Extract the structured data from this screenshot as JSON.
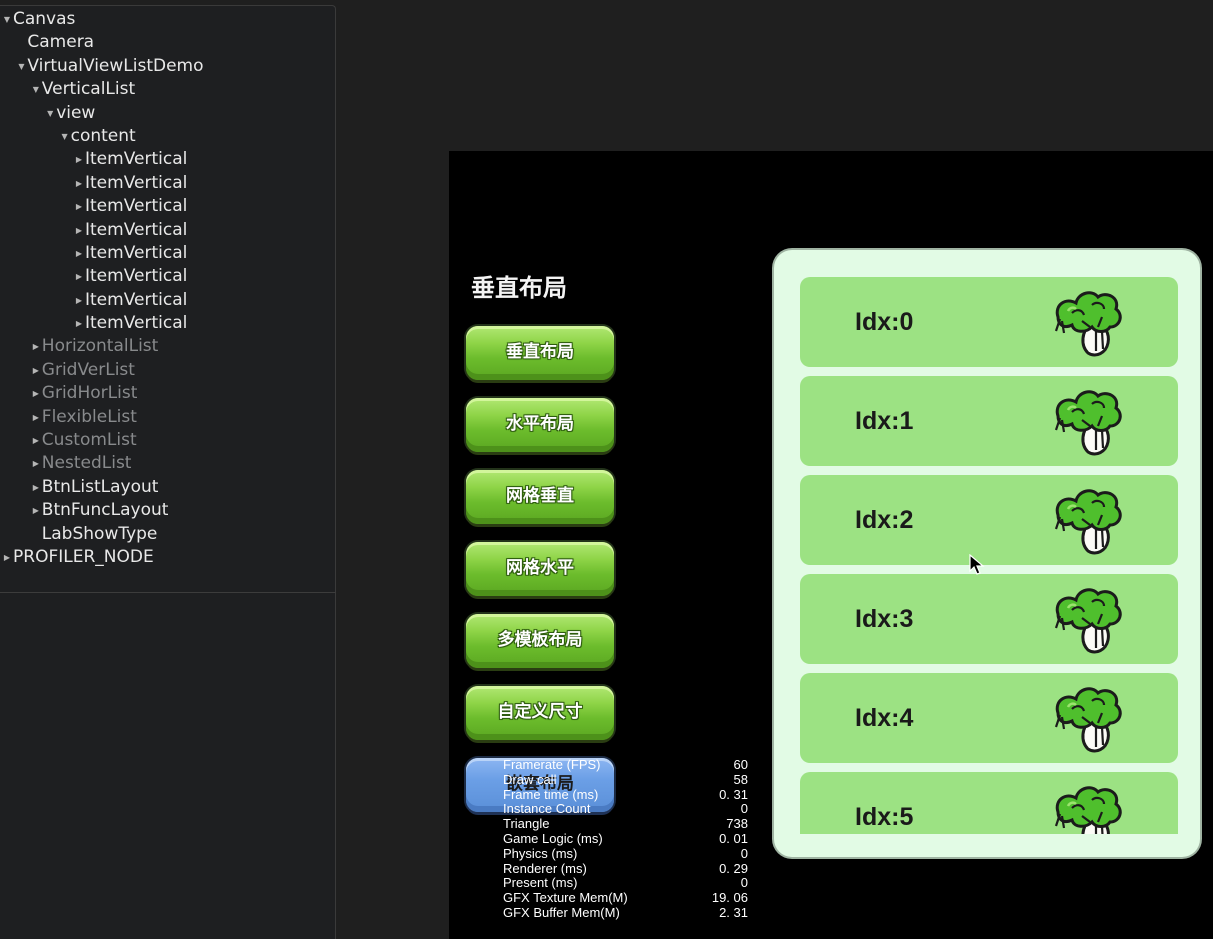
{
  "hierarchy": {
    "nodes": [
      {
        "label": "Canvas",
        "depth": 0,
        "arrow": "expanded",
        "dim": false
      },
      {
        "label": "Camera",
        "depth": 1,
        "arrow": "none",
        "dim": false
      },
      {
        "label": "VirtualViewListDemo",
        "depth": 1,
        "arrow": "expanded",
        "dim": false
      },
      {
        "label": "VerticalList",
        "depth": 2,
        "arrow": "expanded",
        "dim": false
      },
      {
        "label": "view",
        "depth": 3,
        "arrow": "expanded",
        "dim": false
      },
      {
        "label": "content",
        "depth": 4,
        "arrow": "expanded",
        "dim": false
      },
      {
        "label": "ItemVertical",
        "depth": 5,
        "arrow": "collapsed",
        "dim": false
      },
      {
        "label": "ItemVertical",
        "depth": 5,
        "arrow": "collapsed",
        "dim": false
      },
      {
        "label": "ItemVertical",
        "depth": 5,
        "arrow": "collapsed",
        "dim": false
      },
      {
        "label": "ItemVertical",
        "depth": 5,
        "arrow": "collapsed",
        "dim": false
      },
      {
        "label": "ItemVertical",
        "depth": 5,
        "arrow": "collapsed",
        "dim": false
      },
      {
        "label": "ItemVertical",
        "depth": 5,
        "arrow": "collapsed",
        "dim": false
      },
      {
        "label": "ItemVertical",
        "depth": 5,
        "arrow": "collapsed",
        "dim": false
      },
      {
        "label": "ItemVertical",
        "depth": 5,
        "arrow": "collapsed",
        "dim": false
      },
      {
        "label": "HorizontalList",
        "depth": 2,
        "arrow": "collapsed",
        "dim": true
      },
      {
        "label": "GridVerList",
        "depth": 2,
        "arrow": "collapsed",
        "dim": true
      },
      {
        "label": "GridHorList",
        "depth": 2,
        "arrow": "collapsed",
        "dim": true
      },
      {
        "label": "FlexibleList",
        "depth": 2,
        "arrow": "collapsed",
        "dim": true
      },
      {
        "label": "CustomList",
        "depth": 2,
        "arrow": "collapsed",
        "dim": true
      },
      {
        "label": "NestedList",
        "depth": 2,
        "arrow": "collapsed",
        "dim": true
      },
      {
        "label": "BtnListLayout",
        "depth": 2,
        "arrow": "collapsed",
        "dim": false
      },
      {
        "label": "BtnFuncLayout",
        "depth": 2,
        "arrow": "collapsed",
        "dim": false
      },
      {
        "label": "LabShowType",
        "depth": 2,
        "arrow": "none",
        "dim": false
      },
      {
        "label": "PROFILER_NODE",
        "depth": 0,
        "arrow": "collapsed",
        "dim": false
      }
    ]
  },
  "game": {
    "layout_title": "垂直布局",
    "buttons": [
      {
        "label": "垂直布局",
        "selected": false
      },
      {
        "label": "水平布局",
        "selected": false
      },
      {
        "label": "网格垂直",
        "selected": false
      },
      {
        "label": "网格水平",
        "selected": false
      },
      {
        "label": "多模板布局",
        "selected": false
      },
      {
        "label": "自定义尺寸",
        "selected": false
      },
      {
        "label": "嵌套布局",
        "selected": true
      }
    ],
    "list_items": [
      "Idx:0",
      "Idx:1",
      "Idx:2",
      "Idx:3",
      "Idx:4",
      "Idx:5"
    ]
  },
  "profiler": [
    {
      "name": "Framerate (FPS)",
      "value": "60"
    },
    {
      "name": "Draw call",
      "value": "58"
    },
    {
      "name": "Frame time (ms)",
      "value": "0. 31"
    },
    {
      "name": "Instance Count",
      "value": "0"
    },
    {
      "name": "Triangle",
      "value": "738"
    },
    {
      "name": "Game Logic (ms)",
      "value": "0. 01"
    },
    {
      "name": "Physics (ms)",
      "value": "0"
    },
    {
      "name": "Renderer (ms)",
      "value": "0. 29"
    },
    {
      "name": "Present (ms)",
      "value": "0"
    },
    {
      "name": "GFX Texture Mem(M)",
      "value": "19. 06"
    },
    {
      "name": "GFX Buffer Mem(M)",
      "value": "2. 31"
    }
  ],
  "icons": {
    "expand": "tree-expanded-arrow-icon",
    "collapse": "tree-collapsed-arrow-icon",
    "item": "bok-choy-icon",
    "pointer": "mouse-cursor-icon"
  },
  "colors": {
    "panel_bg": "#1e1f21",
    "game_bg": "#000000",
    "list_panel_bg": "#e2fbe5",
    "item_bg": "#9ce283",
    "button_green": "#7fcb3a",
    "button_selected": "#6b9fe6"
  }
}
